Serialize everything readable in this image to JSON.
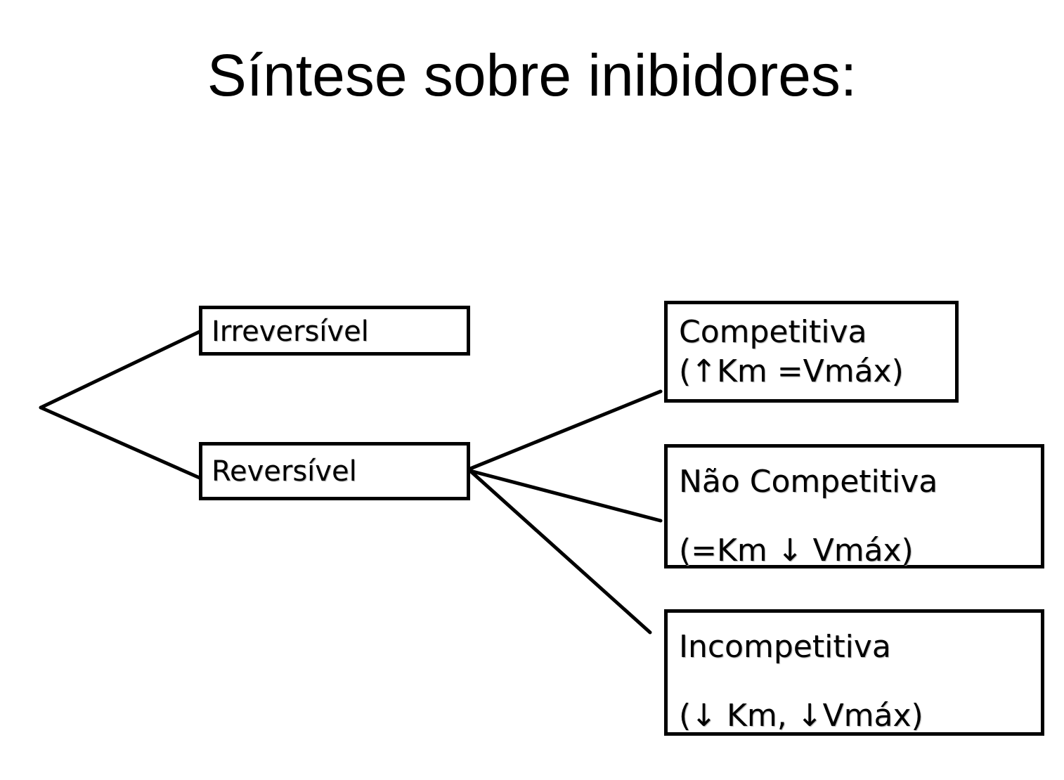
{
  "title": "Síntese sobre inibidores:",
  "nodes": {
    "irreversivel": {
      "lines": [
        "Irreversível"
      ]
    },
    "reversivel": {
      "lines": [
        "Reversível"
      ]
    },
    "competitiva": {
      "lines": [
        "Competitiva",
        "(↑Km =Vmáx)"
      ]
    },
    "nao_competitiva": {
      "lines": [
        "Não Competitiva",
        "(=Km ↓ Vmáx)"
      ]
    },
    "incompetitiva": {
      "lines": [
        "Incompetitiva",
        "(↓ Km, ↓Vmáx)"
      ]
    }
  },
  "colors": {
    "line": "#000000",
    "background": "#ffffff",
    "text": "#000000"
  }
}
